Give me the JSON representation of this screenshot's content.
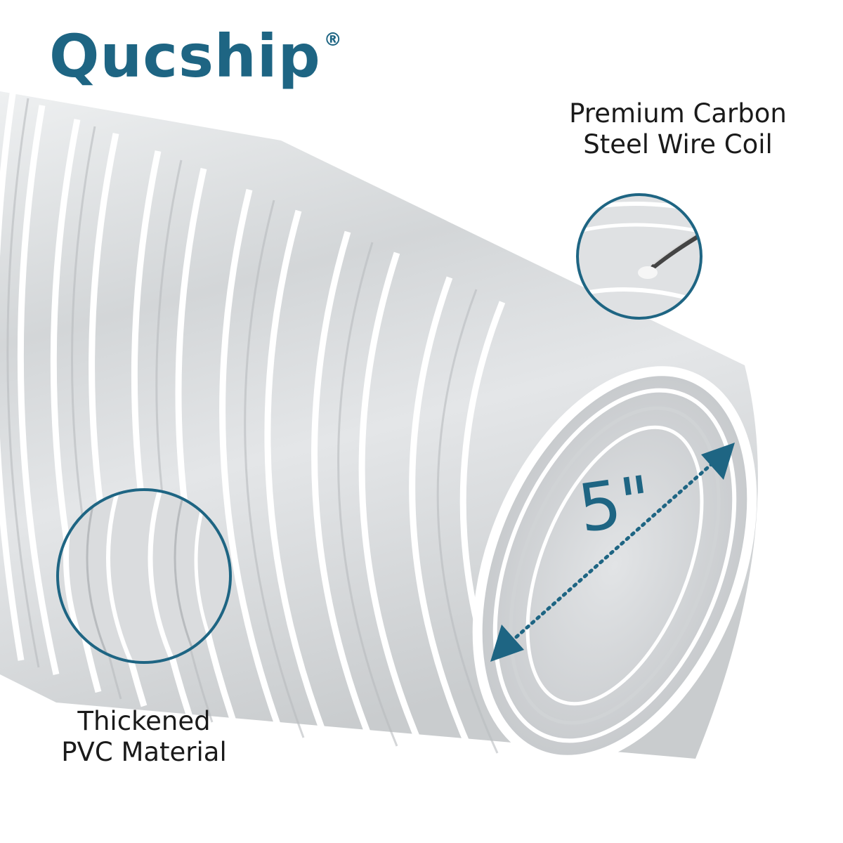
{
  "brand": {
    "name": "Qucship",
    "mark": "®"
  },
  "callouts": {
    "wire_line1": "Premium Carbon",
    "wire_line2": "Steel Wire Coil",
    "pvc_line1": "Thickened",
    "pvc_line2": "PVC Material"
  },
  "dimension": {
    "label": "5\""
  },
  "colors": {
    "accent": "#1e6583",
    "text": "#1a1a1a",
    "hose_rib": "#ffffff",
    "hose_body": "#d8dadc"
  }
}
